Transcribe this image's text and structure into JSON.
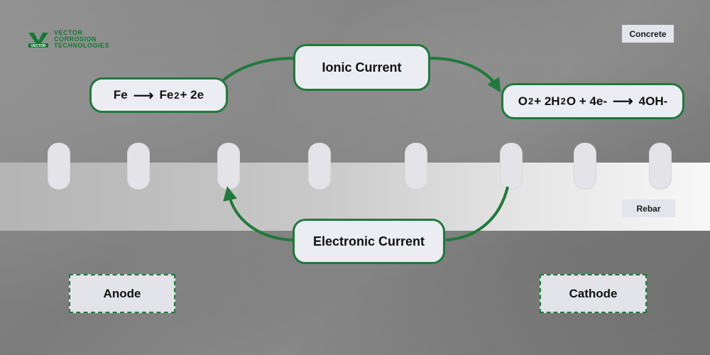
{
  "logo": {
    "mark_text": "VECTOR",
    "lines": [
      "VECTOR",
      "CORROSION",
      "TECHNOLOGIES"
    ]
  },
  "labels": {
    "concrete": "Concrete",
    "rebar": "Rebar",
    "ionic_current": "Ionic Current",
    "electronic_current": "Electronic Current",
    "anode": "Anode",
    "cathode": "Cathode"
  },
  "anode_reaction": {
    "reactant": "Fe",
    "arrow": "⟶",
    "product": "Fe",
    "product_sub": "2",
    "tail": " + 2e"
  },
  "cathode_reaction": {
    "o": "O",
    "o_sub": "2",
    "plus_2h": "+ 2H",
    "h_sub": "2",
    "tail": "O + 4e-",
    "arrow": "⟶",
    "product": "4OH-"
  },
  "colors": {
    "accent": "#1f7a3b",
    "box_fill": "#ececf3",
    "tag_fill": "#e4e4ec"
  }
}
